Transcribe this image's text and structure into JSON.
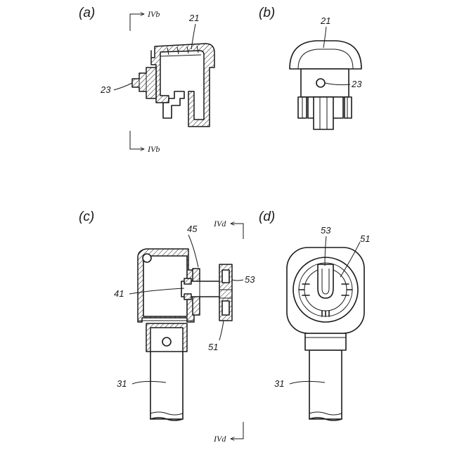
{
  "panels": {
    "a": "(a)",
    "b": "(b)",
    "c": "(c)",
    "d": "(d)"
  },
  "section_marks": {
    "a_top": "IVb",
    "a_bottom": "IVb",
    "c_top": "IVd",
    "c_bottom": "IVd"
  },
  "references": {
    "a_21": "21",
    "a_23": "23",
    "b_21": "21",
    "b_23": "23",
    "c_45": "45",
    "c_41": "41",
    "c_53": "53",
    "c_51": "51",
    "c_31": "31",
    "d_53": "53",
    "d_51": "51",
    "d_31": "31"
  }
}
